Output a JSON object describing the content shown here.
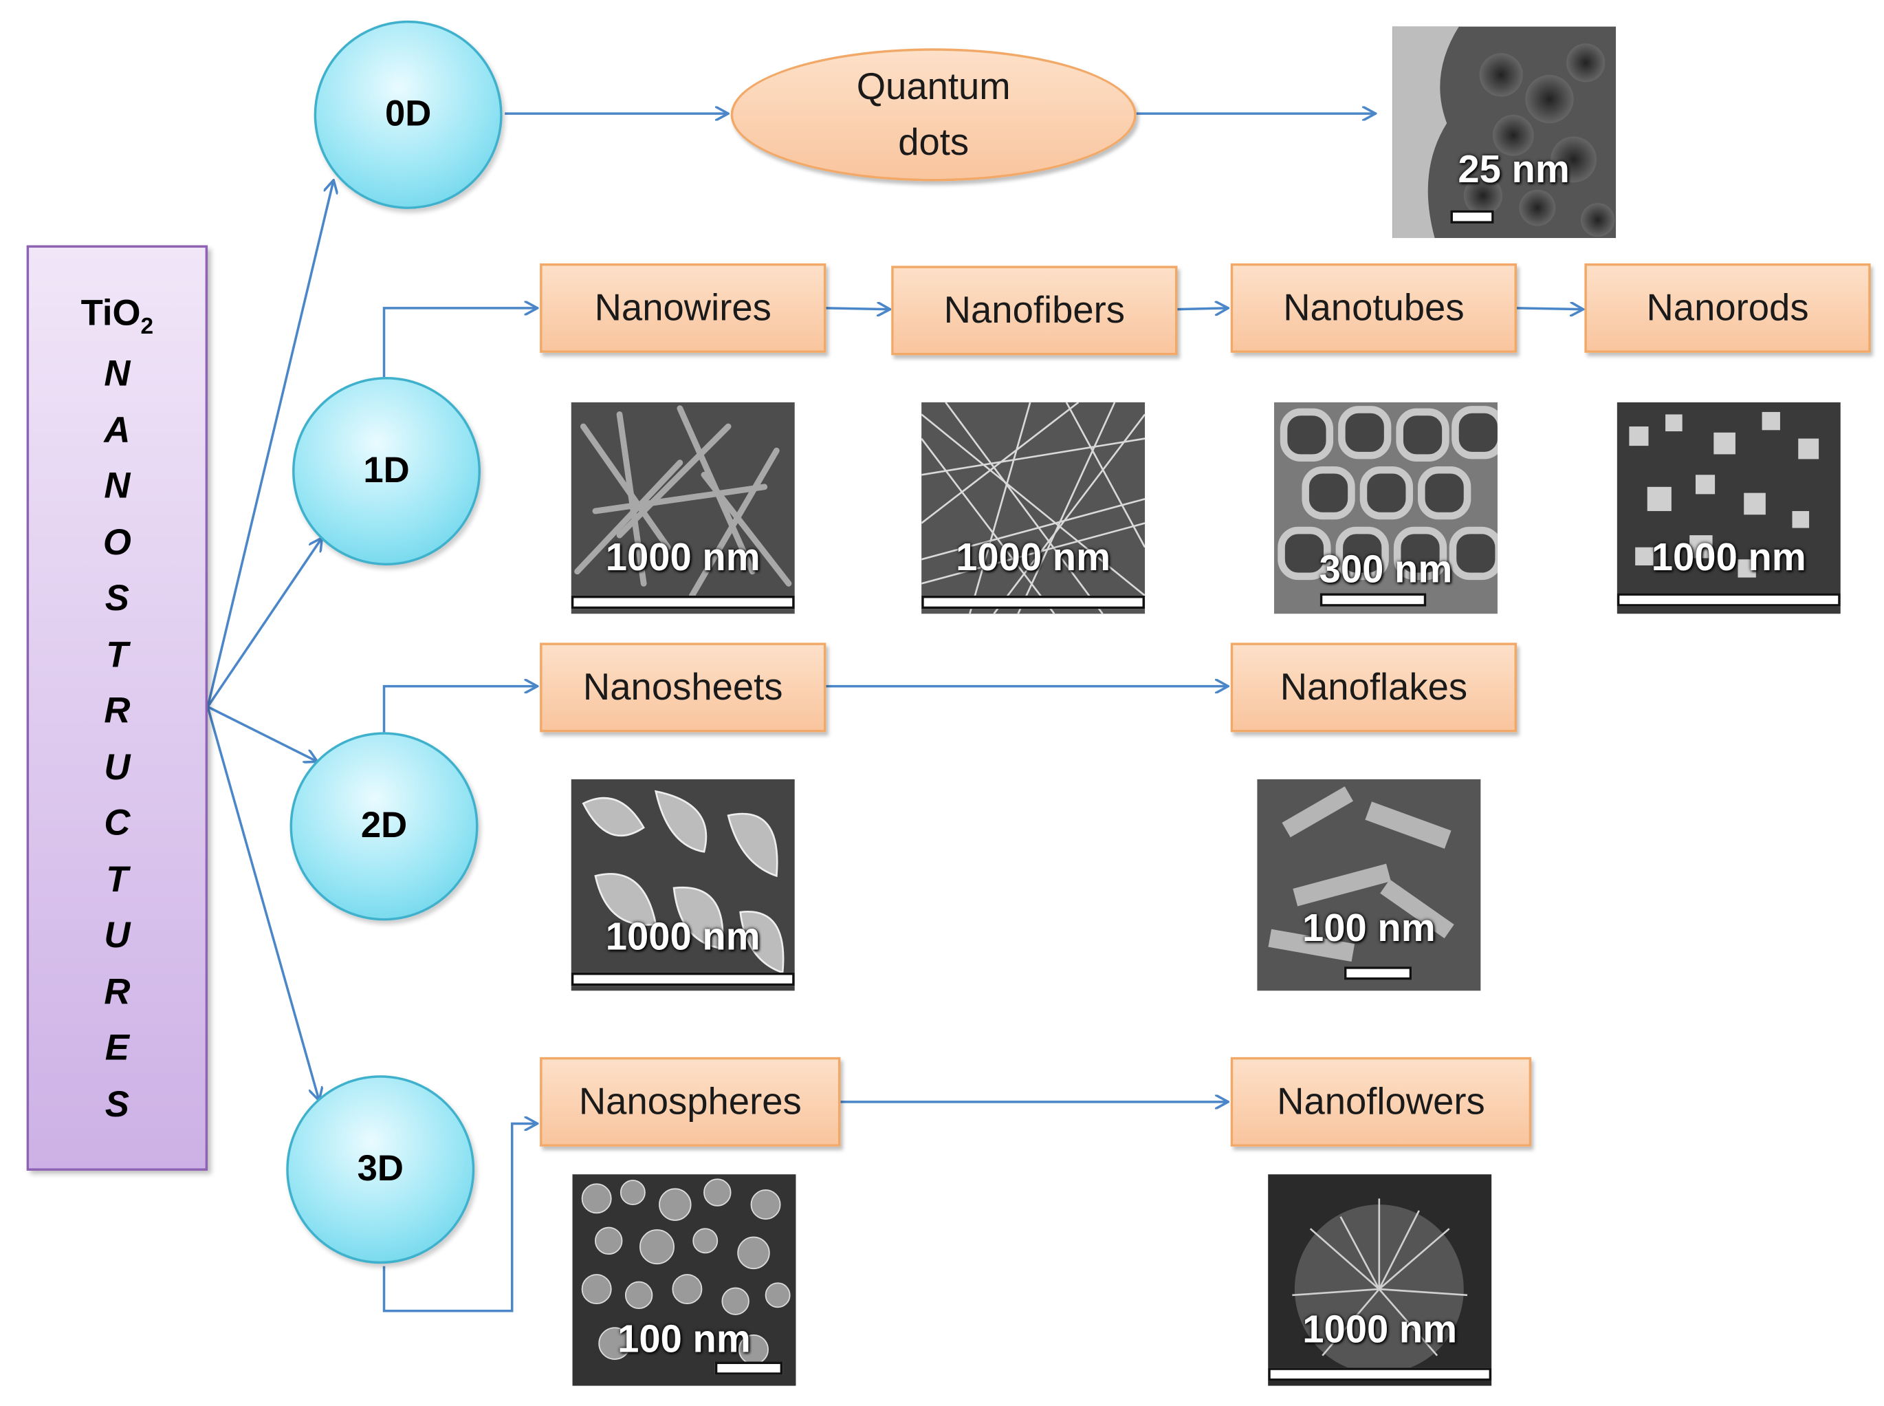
{
  "root": {
    "title": "TiO",
    "subscript": "2",
    "letters": [
      "N",
      "A",
      "N",
      "O",
      "S",
      "T",
      "R",
      "U",
      "C",
      "T",
      "U",
      "R",
      "E",
      "S"
    ]
  },
  "dimensions": {
    "d0": "0D",
    "d1": "1D",
    "d2": "2D",
    "d3": "3D"
  },
  "nodes": {
    "quantum_dots_line1": "Quantum",
    "quantum_dots_line2": "dots",
    "nanowires": "Nanowires",
    "nanofibers": "Nanofibers",
    "nanotubes": "Nanotubes",
    "nanorods": "Nanorods",
    "nanosheets": "Nanosheets",
    "nanoflakes": "Nanoflakes",
    "nanospheres": "Nanospheres",
    "nanoflowers": "Nanoflowers"
  },
  "micrographs": {
    "quantum_dots": "25 nm",
    "nanowires": "1000 nm",
    "nanofibers": "1000 nm",
    "nanotubes": "300 nm",
    "nanorods": "1000 nm",
    "nanosheets": "1000 nm",
    "nanoflakes": "100 nm",
    "nanospheres": "100 nm",
    "nanoflowers": "1000 nm"
  },
  "colors": {
    "arrow": "#4a86c8",
    "root_fill": "#d9c3ee",
    "circle_fill": "#9be6f5",
    "node_fill": "#fbd0ae"
  }
}
